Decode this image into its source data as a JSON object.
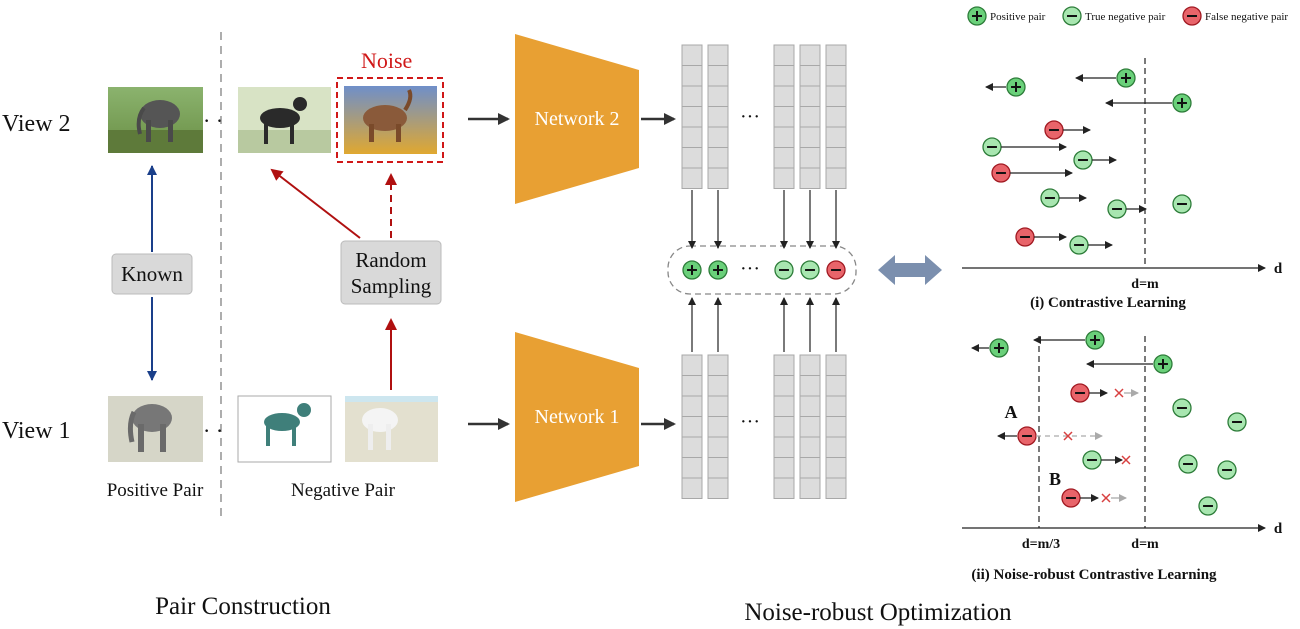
{
  "labels": {
    "view2": "View 2",
    "view1": "View 1",
    "known": "Known",
    "random_sampling_line1": "Random",
    "random_sampling_line2": "Sampling",
    "noise": "Noise",
    "positive_pair": "Positive Pair",
    "negative_pair": "Negative Pair",
    "pair_construction": "Pair Construction",
    "noise_robust_optimization": "Noise-robust Optimization",
    "network2": "Network 2",
    "network1": "Network 1",
    "dots": "···",
    "dots_small": "· ·"
  },
  "legend": {
    "positive": "Positive pair",
    "true_negative": "True negative pair",
    "false_negative": "False negative pair"
  },
  "plot1": {
    "threshold_label": "d=m",
    "axis_label": "d",
    "caption": "(i) Contrastive Learning"
  },
  "plot2": {
    "threshold1_label": "d=m/3",
    "threshold2_label": "d=m",
    "axis_label": "d",
    "marker_a": "A",
    "marker_b": "B",
    "caption": "(ii) Noise-robust Contrastive Learning"
  },
  "colors": {
    "positive": "#6ad07a",
    "true_negative": "#a8e6b0",
    "false_negative": "#e8646a",
    "network": "#e8a033",
    "pair_arrow_red": "#b01010",
    "known_arrow_blue": "#1a3f8a",
    "double_arrow": "#7b8fae"
  }
}
